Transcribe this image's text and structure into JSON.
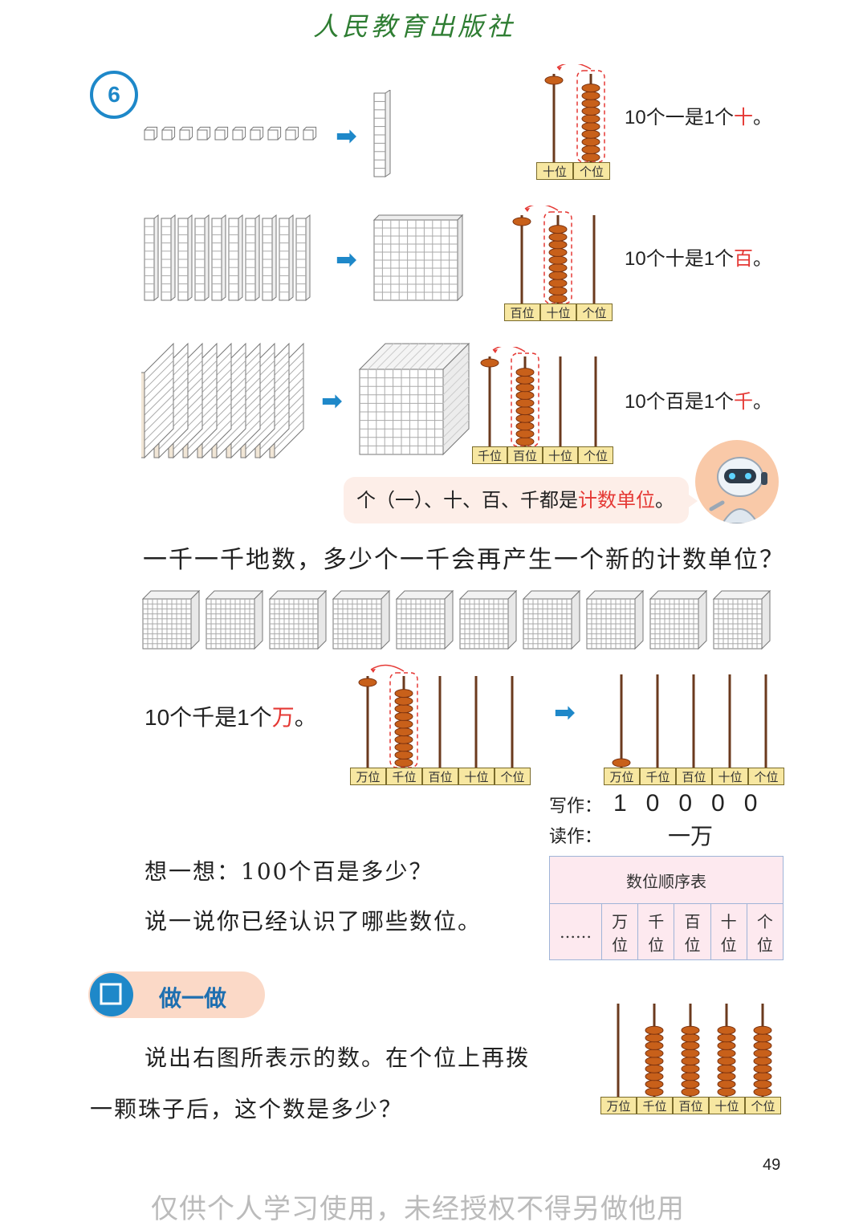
{
  "header": {
    "publisher": "人民教育出版社"
  },
  "example": {
    "number": "6"
  },
  "rules": [
    {
      "prefix": "10个一是1个",
      "unit": "十",
      "suffix": "。"
    },
    {
      "prefix": "10个十是1个",
      "unit": "百",
      "suffix": "。"
    },
    {
      "prefix": "10个百是1个",
      "unit": "千",
      "suffix": "。"
    }
  ],
  "abacus_labels": {
    "a1": [
      "十位",
      "个位"
    ],
    "a2": [
      "百位",
      "十位",
      "个位"
    ],
    "a3": [
      "千位",
      "百位",
      "十位",
      "个位"
    ],
    "a4": [
      "万位",
      "千位",
      "百位",
      "十位",
      "个位"
    ],
    "a5": [
      "万位",
      "千位",
      "百位",
      "十位",
      "个位"
    ],
    "a6": [
      "万位",
      "千位",
      "百位",
      "十位",
      "个位"
    ]
  },
  "bubble": {
    "prefix": "个（一）、十、百、千都是",
    "highlight": "计数单位",
    "suffix": "。"
  },
  "question": "一千一千地数，多少个一千会再产生一个新的计数单位？",
  "wan_rule": {
    "prefix": "10个千是1个",
    "unit": "万",
    "suffix": "。"
  },
  "write_read": {
    "write_label": "写作：",
    "write_value": "10000",
    "read_label": "读作：",
    "read_value": "一万"
  },
  "think": {
    "line1": "想一想：100个百是多少？",
    "line2": "说一说你已经认识了哪些数位。"
  },
  "order_table": {
    "title": "数位顺序表",
    "ellipsis": "……",
    "places": [
      [
        "万",
        "位"
      ],
      [
        "千",
        "位"
      ],
      [
        "百",
        "位"
      ],
      [
        "十",
        "位"
      ],
      [
        "个",
        "位"
      ]
    ]
  },
  "practice": {
    "title": "做一做",
    "line1": "说出右图所表示的数。在个位上再拨",
    "line2": "一颗珠子后，这个数是多少？"
  },
  "footer": {
    "page": "49",
    "watermark": "仅供个人学习使用，未经授权不得另做他用"
  },
  "colors": {
    "accent": "#1e88c9",
    "red": "#e53935",
    "bead": "#c8601a",
    "rod": "#6b3a1e",
    "label_bg": "#f7e7a1"
  }
}
